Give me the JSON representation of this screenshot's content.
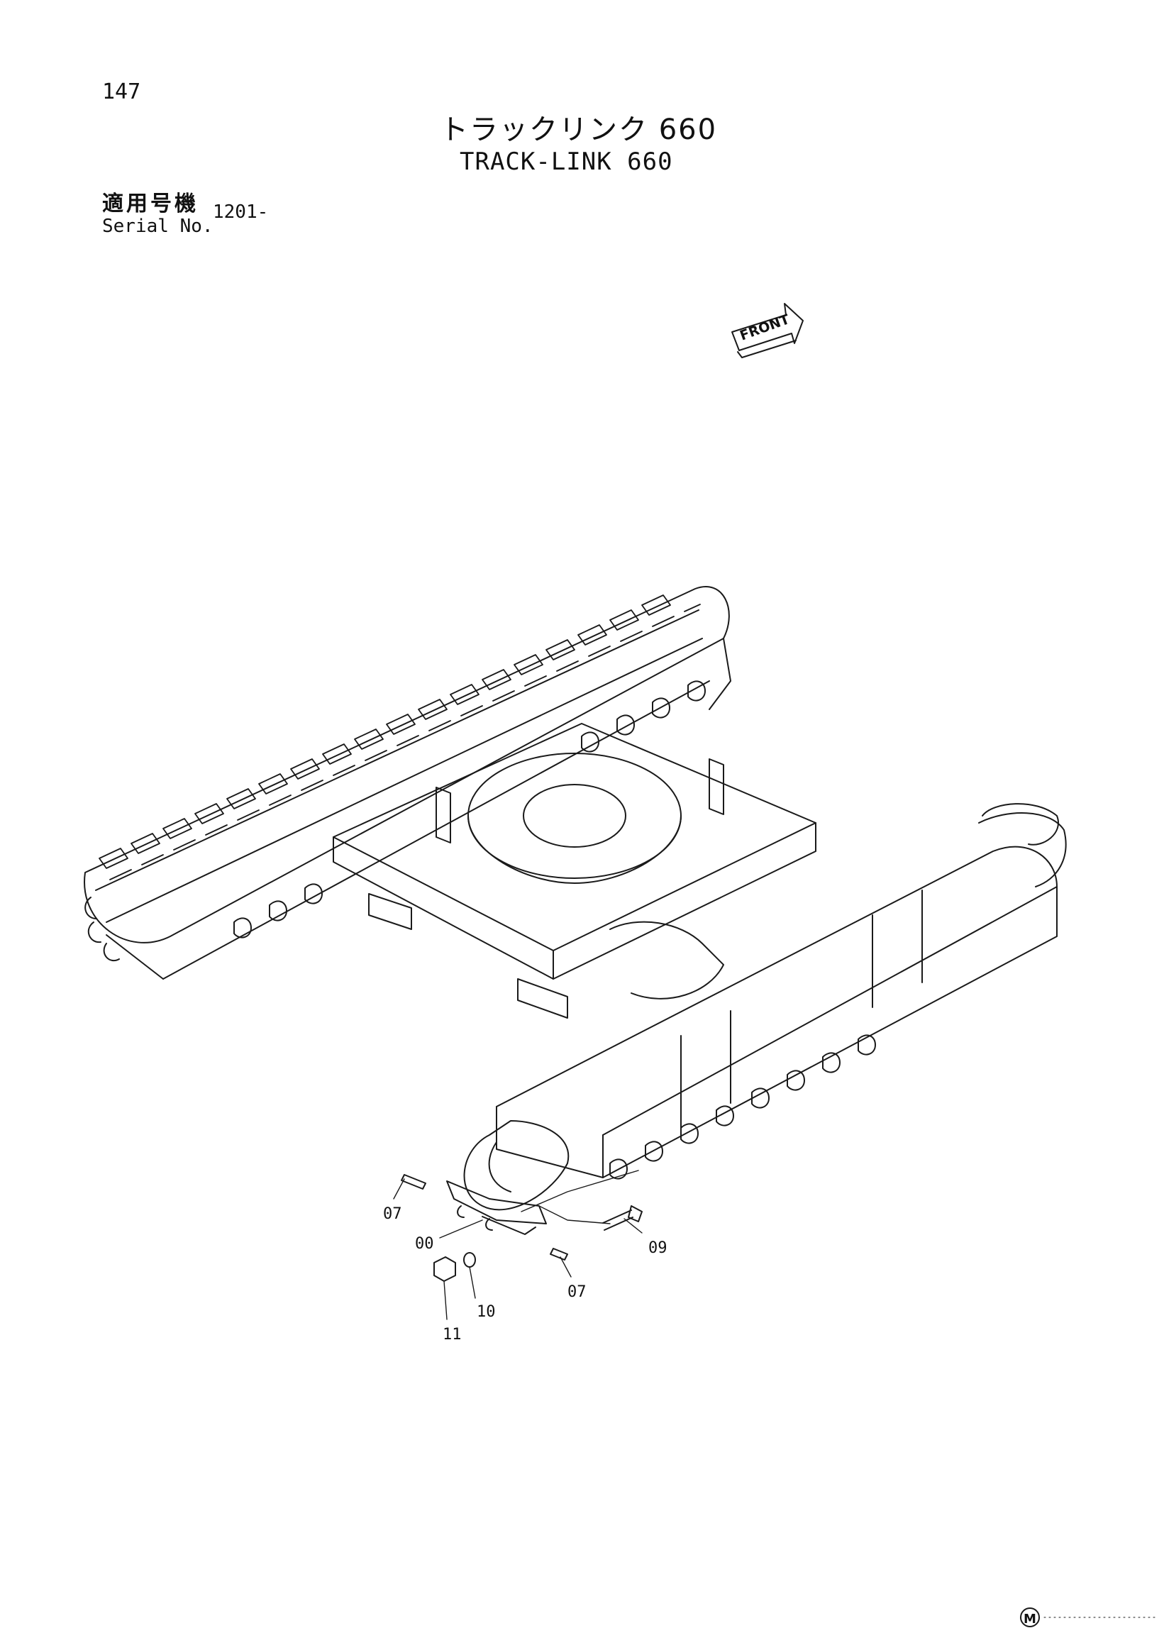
{
  "page_number": "147",
  "title_jp": "トラックリンク 660",
  "title_en": "TRACK-LINK 660",
  "serial_label_jp": "適用号機",
  "serial_label_en": "Serial No.",
  "serial_value": "1201-",
  "front_label": "FRONT",
  "callouts": {
    "c07a": "07",
    "c00": "00",
    "c09": "09",
    "c07b": "07",
    "c10": "10",
    "c11": "11"
  },
  "footer_mark": "M"
}
